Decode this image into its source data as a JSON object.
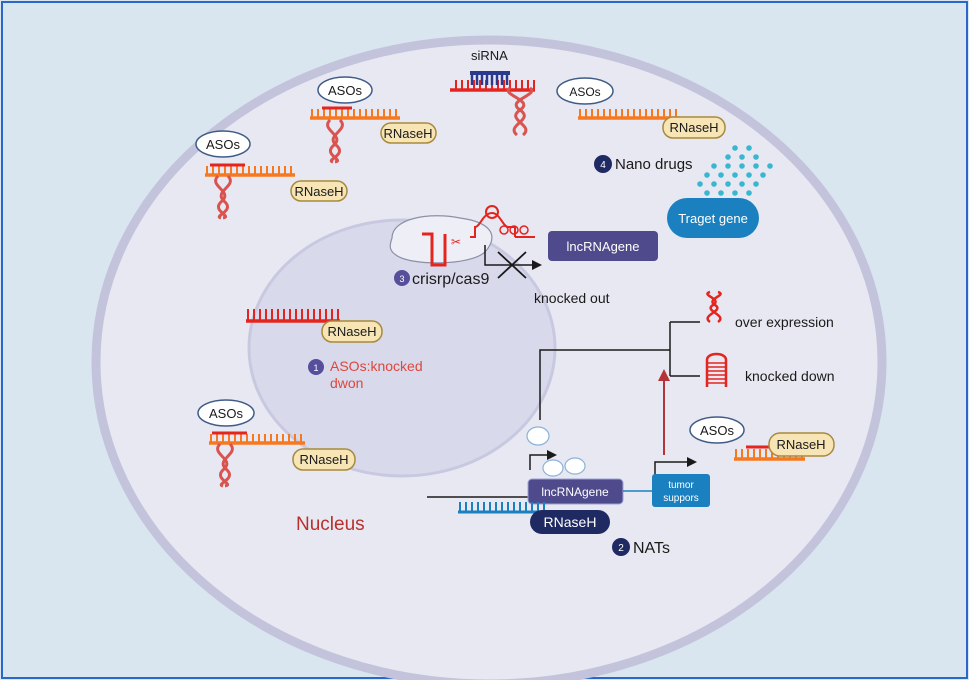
{
  "labels": {
    "sirna": "siRNA",
    "asos": "ASOs",
    "rnaseh": "RNaseH",
    "nano_drugs": "Nano drugs",
    "target_gene": "Traget gene",
    "lncrna_gene": "lncRNAgene",
    "crispr": "crisrp/cas9",
    "knocked_out": "knocked out",
    "asos_knocked_line1": "ASOs:knocked",
    "asos_knocked_line2": "dwon",
    "over_expression": "over expression",
    "knocked_down": "knocked down",
    "tumor_line1": "tumor",
    "tumor_line2": "suppors",
    "nucleus": "Nucleus",
    "nats": "NATs"
  },
  "steps": {
    "asos": "1",
    "nats": "2",
    "crispr": "3",
    "nano": "4"
  },
  "colors": {
    "background": "#d9e6f0",
    "cell": "#e8e8f3",
    "cell_border": "#c3c4dc",
    "nucleus": "#d8d9eb",
    "nucleus_border": "#c8c9e0",
    "rna_red": "#e4251f",
    "rna_orange": "#f7791f",
    "enzyme_fill": "#f7e5b6",
    "enzyme_border": "#a78a3d",
    "gene_box": "#4f4a8c",
    "accent_blue": "#1a80c0",
    "navy": "#1f2a63",
    "nucleus_text": "#b9302d",
    "asos_text": "#e0463b",
    "nano_dots": "#39b6d0"
  }
}
